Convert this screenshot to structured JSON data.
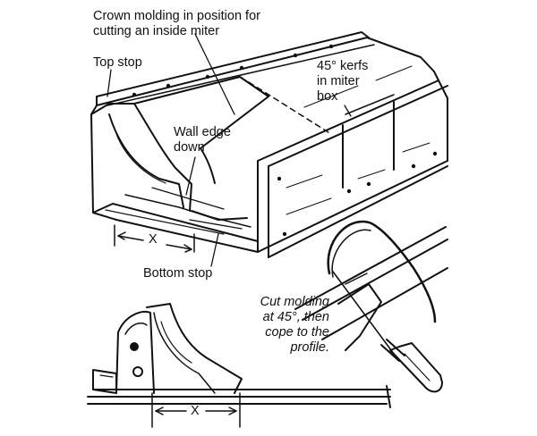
{
  "labels": {
    "crown_molding": [
      "Crown molding in position for",
      "cutting an inside miter"
    ],
    "top_stop": "Top stop",
    "kerfs": [
      "45° kerfs",
      "in miter",
      "box"
    ],
    "wall_edge": [
      "Wall edge",
      "down"
    ],
    "x_top": "X",
    "bottom_stop": "Bottom stop",
    "cut_molding": [
      "Cut molding",
      "at 45°, then",
      "cope to the",
      "profile."
    ],
    "x_bottom": "X"
  },
  "colors": {
    "ink": "#111111",
    "paper": "#ffffff"
  }
}
